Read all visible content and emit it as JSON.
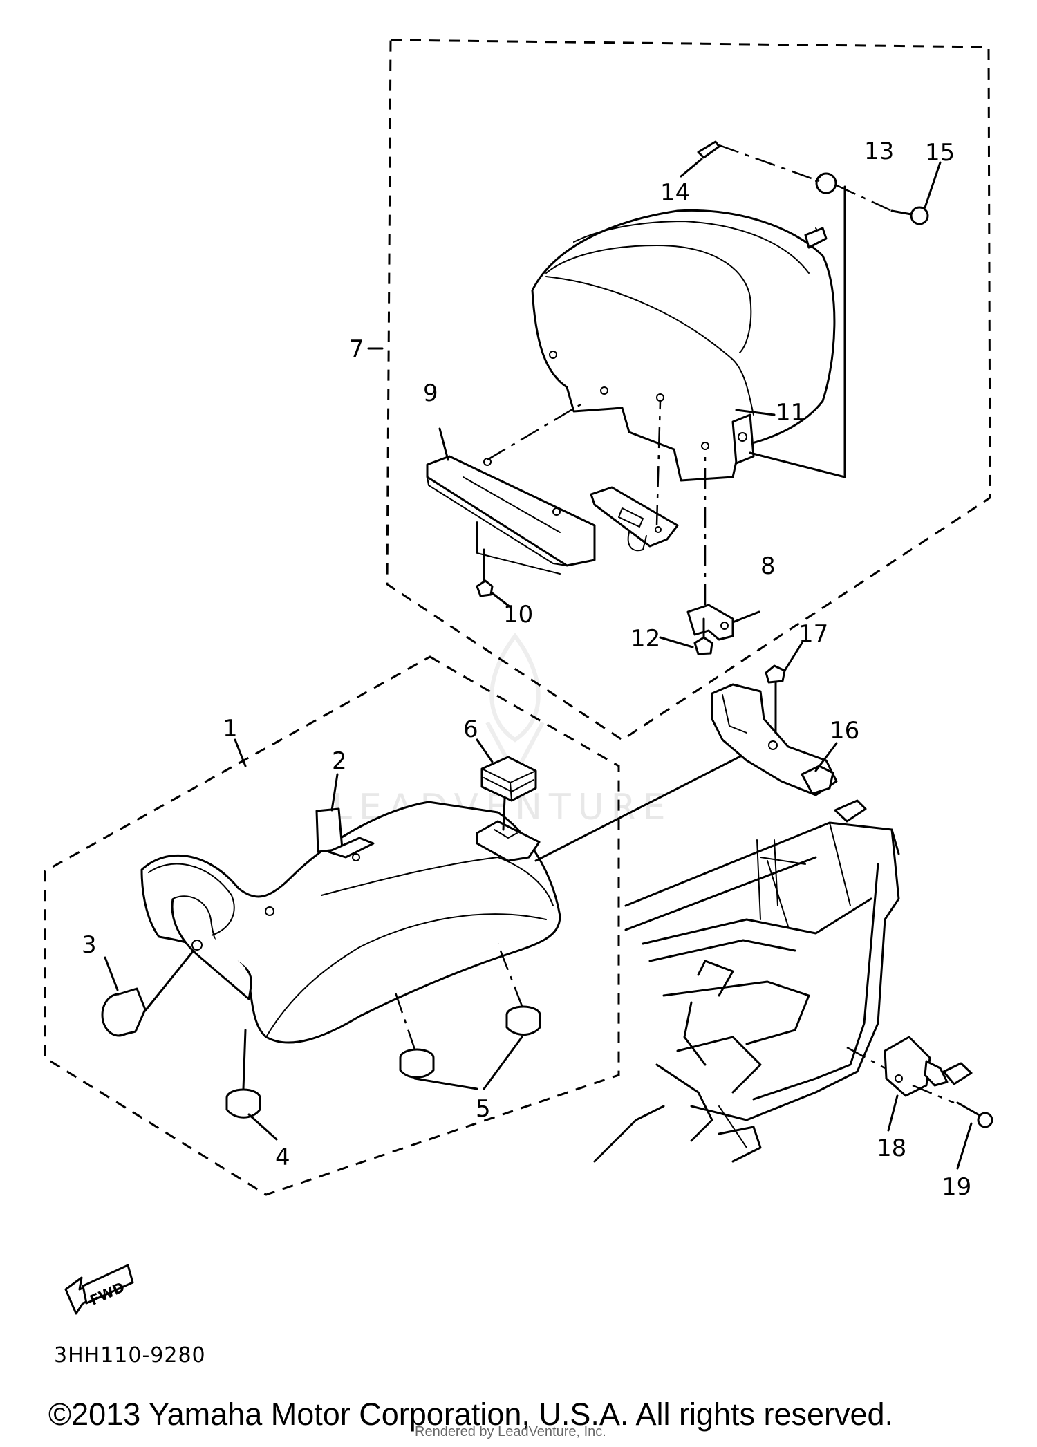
{
  "diagram": {
    "code": "3HH110-9280",
    "forward_marker": "FWD",
    "copyright": "©2013 Yamaha Motor Corporation, U.S.A. All rights reserved.",
    "render_credit": "Rendered by LeadVenture, Inc.",
    "watermark": "LEADVENTURE"
  },
  "callouts": [
    "1",
    "2",
    "3",
    "4",
    "5",
    "6",
    "7",
    "8",
    "9",
    "10",
    "11",
    "12",
    "13",
    "14",
    "15",
    "16",
    "17",
    "18",
    "19"
  ]
}
